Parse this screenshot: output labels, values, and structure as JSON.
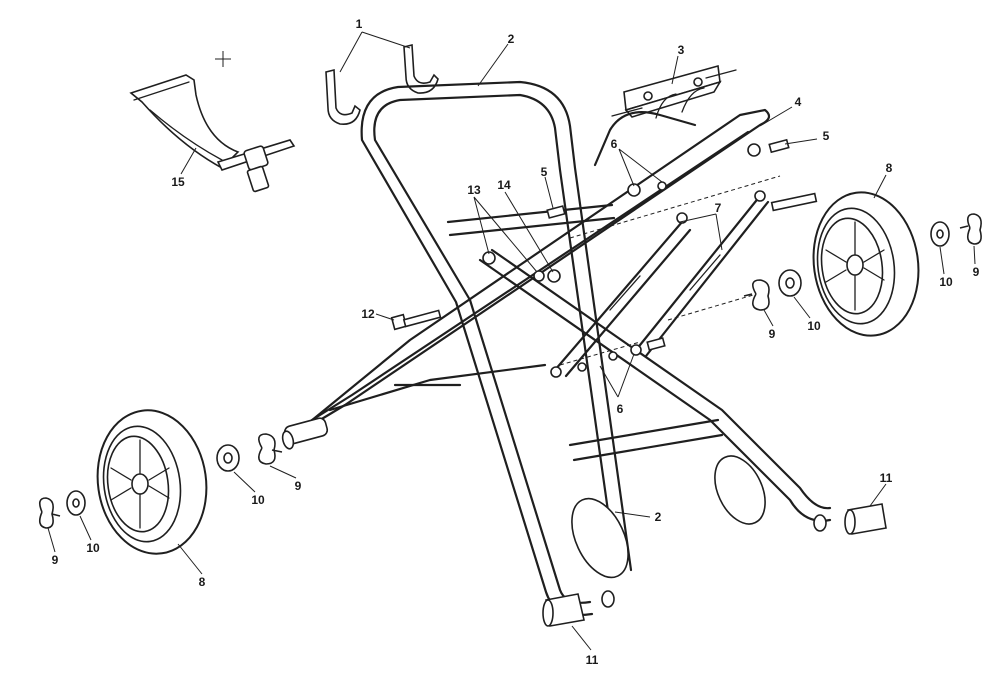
{
  "callouts": {
    "c1": "1",
    "c2a": "2",
    "c2b": "2",
    "c3": "3",
    "c4": "4",
    "c5a": "5",
    "c5b": "5",
    "c6a": "6",
    "c6b": "6",
    "c7": "7",
    "c8a": "8",
    "c8b": "8",
    "c9a": "9",
    "c9b": "9",
    "c9c": "9",
    "c9d": "9",
    "c10a": "10",
    "c10b": "10",
    "c10c": "10",
    "c10d": "10",
    "c11a": "11",
    "c11b": "11",
    "c12": "12",
    "c13": "13",
    "c14": "14",
    "c15": "15"
  }
}
